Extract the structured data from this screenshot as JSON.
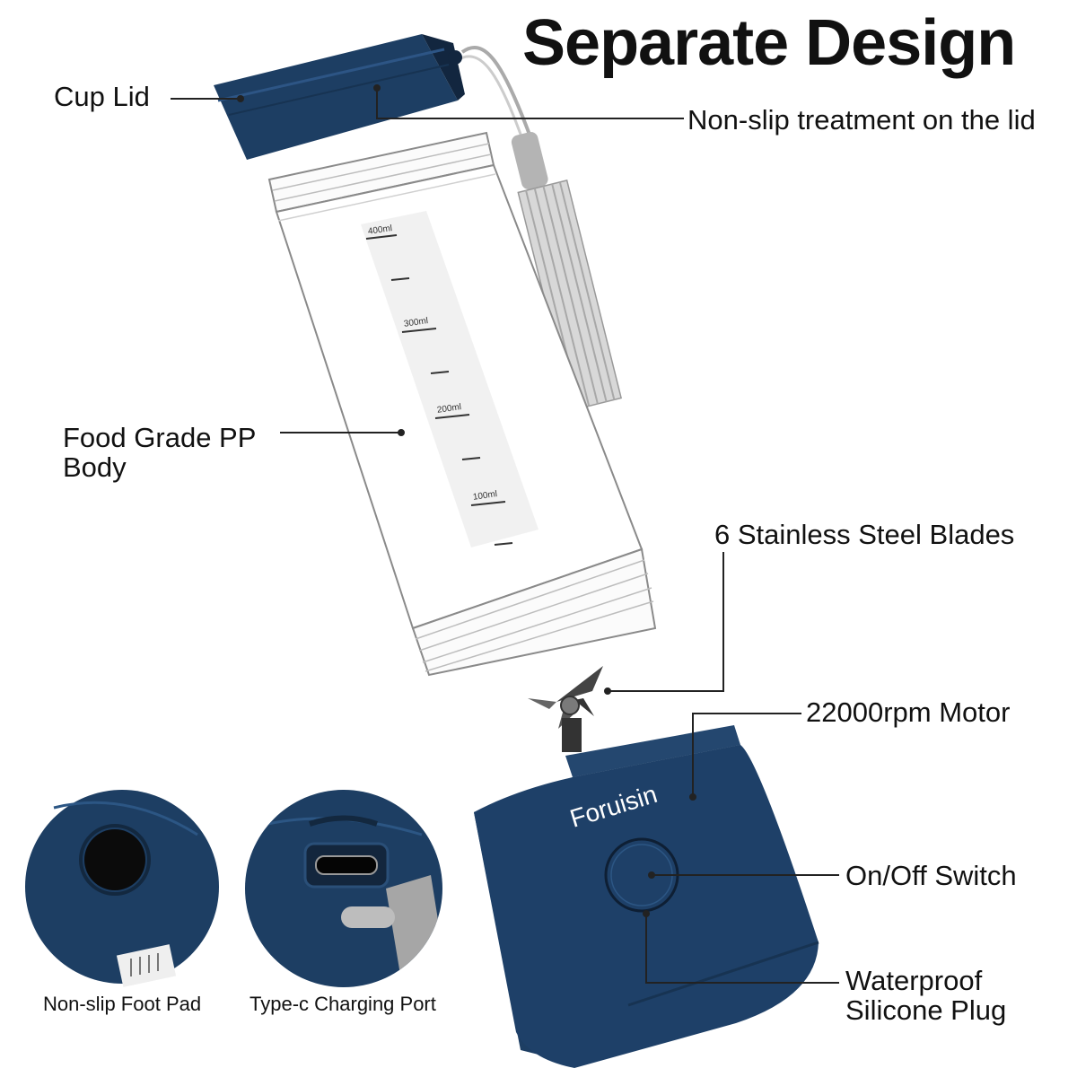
{
  "title": "Separate Design",
  "brand": "Foruisin",
  "parts": {
    "cup_lid": "Cup Lid",
    "non_slip_lid": "Non-slip treatment on the lid",
    "body": "Food Grade PP\nBody",
    "blades": "6 Stainless Steel Blades",
    "motor": "22000rpm Motor",
    "switch": "On/Off Switch",
    "plug": "Waterproof\nSilicone Plug"
  },
  "scale_marks": [
    "400ml",
    "300ml",
    "200ml",
    "100ml"
  ],
  "insets": {
    "foot_pad": "Non-slip Foot Pad",
    "charging_port": "Type-c Charging Port"
  },
  "colors": {
    "navy": "#1d3e63",
    "navy_dark": "#12263f",
    "strap": "#b9b9b9",
    "outline": "#8a8a8a"
  }
}
